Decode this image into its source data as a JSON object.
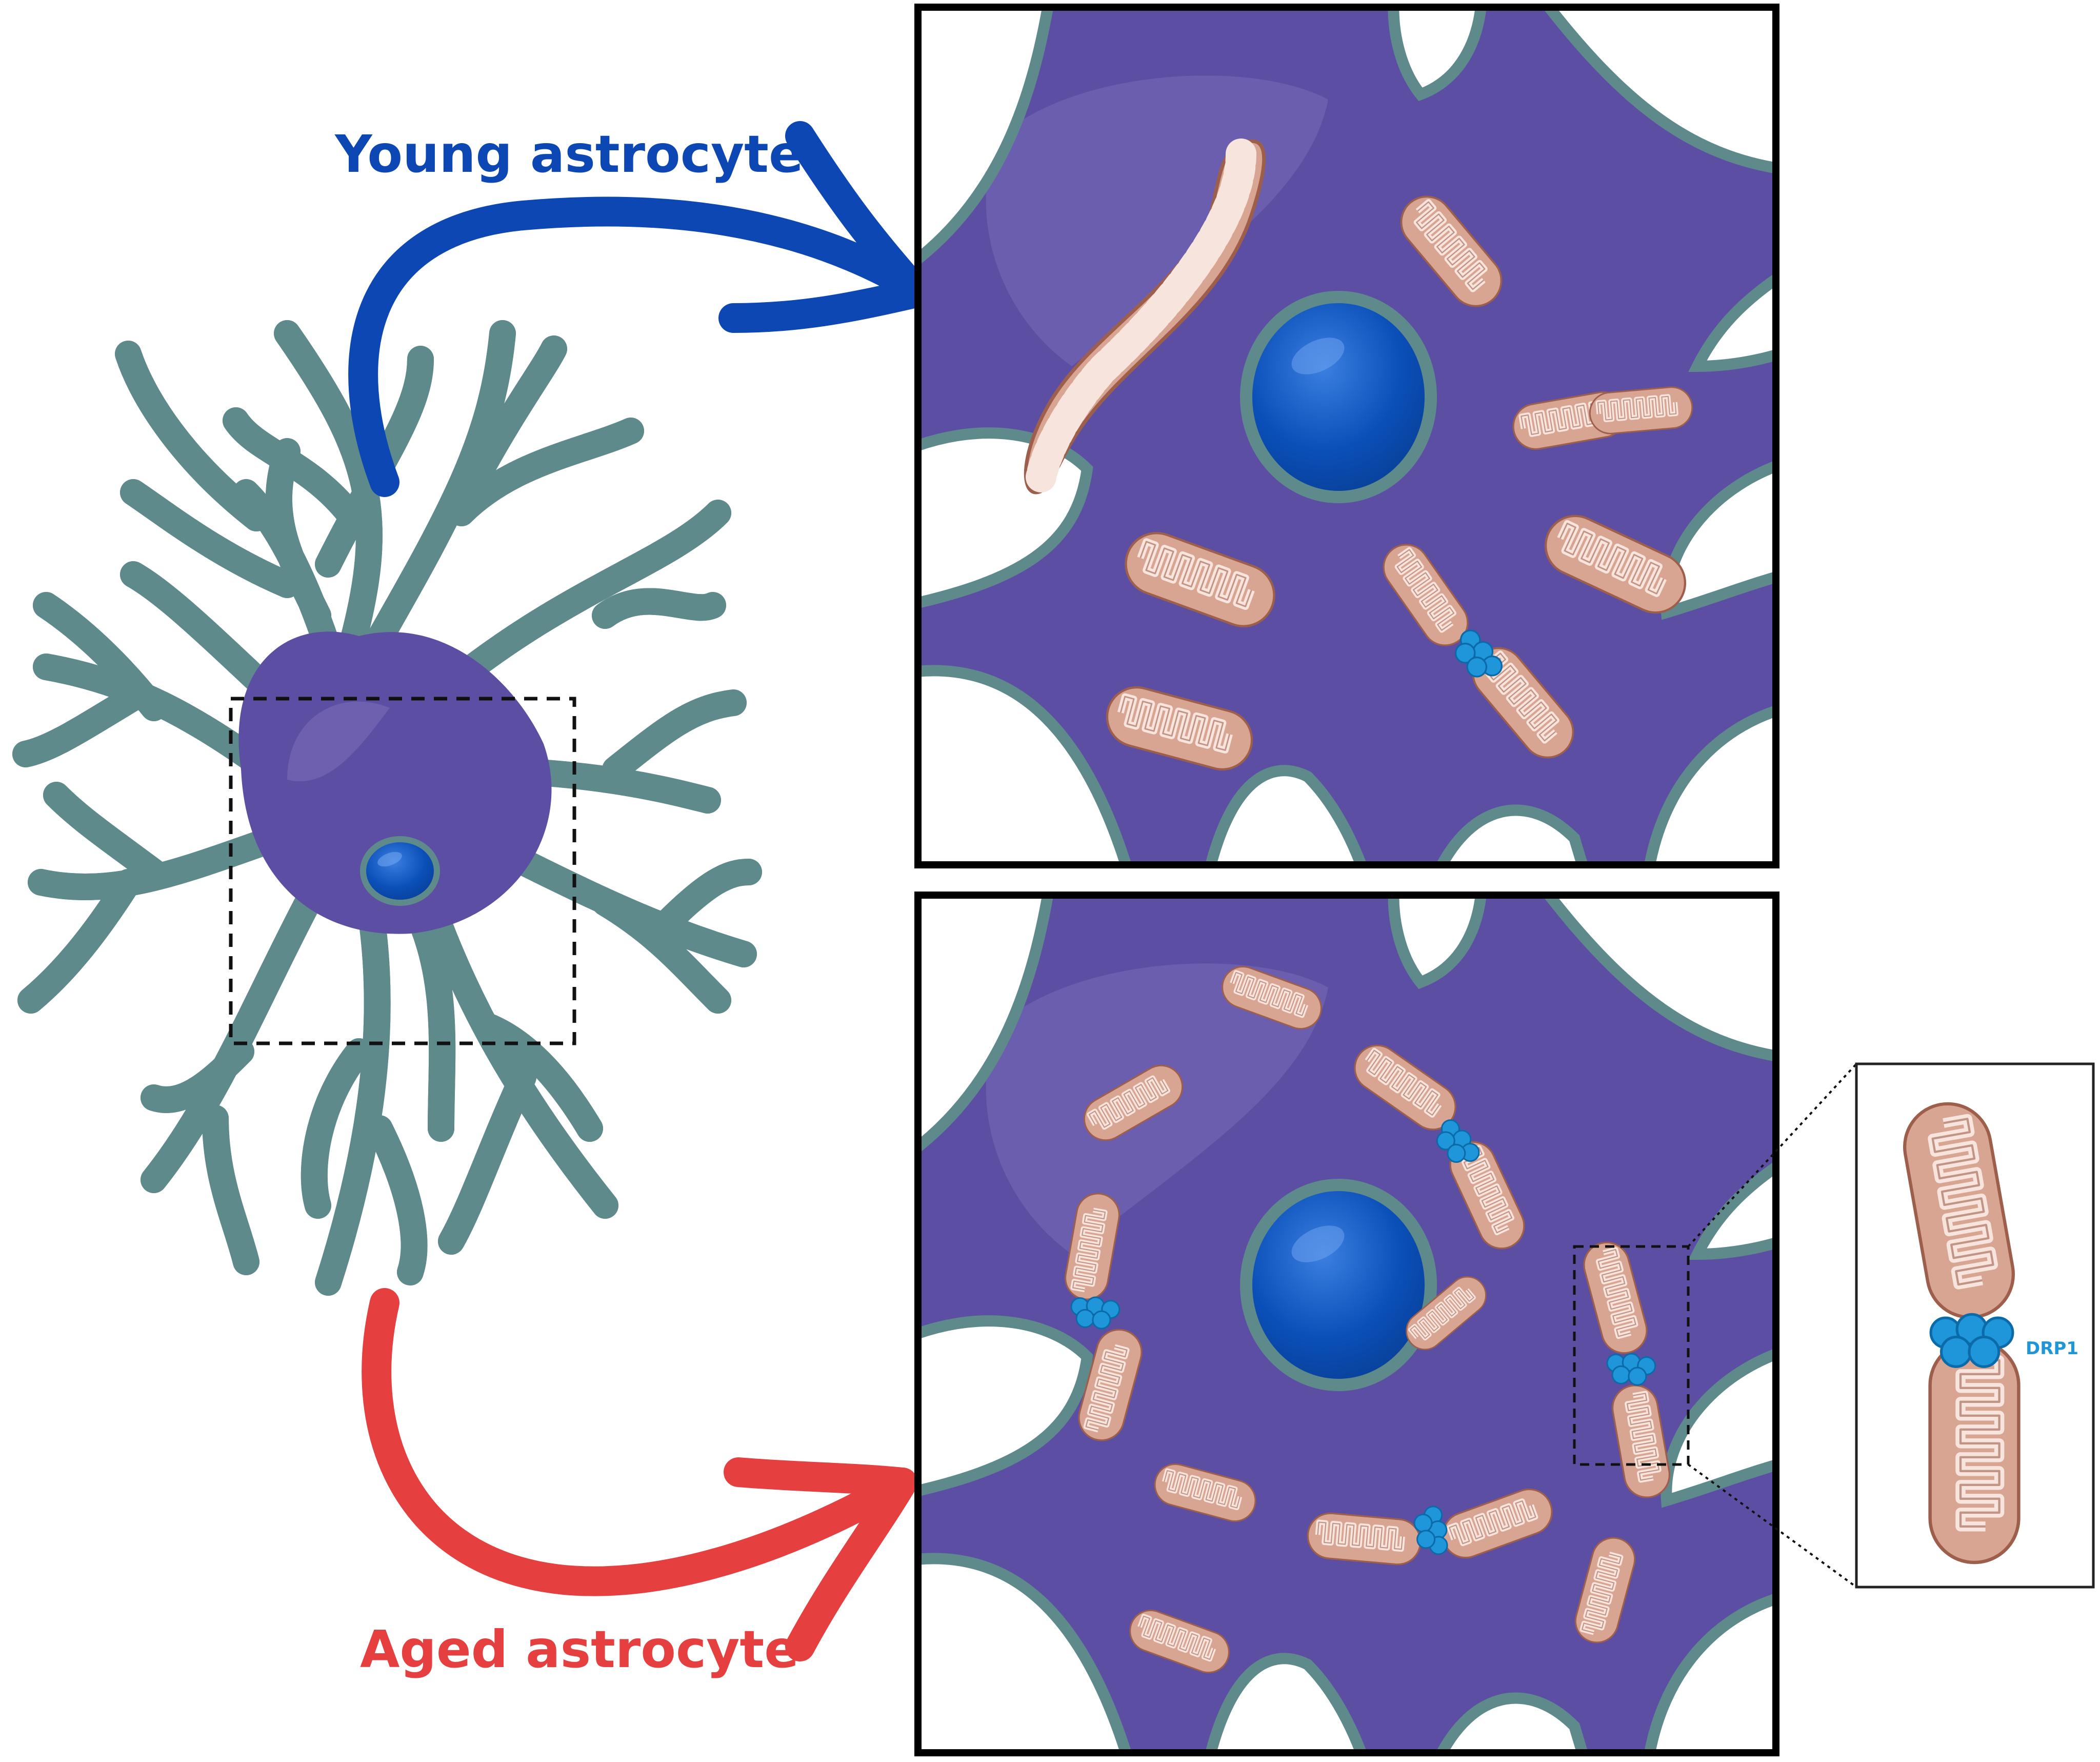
{
  "labels": {
    "young": "Young astrocyte",
    "aged": "Aged astrocyte",
    "drp1": "DRP1"
  },
  "colors": {
    "young_arrow": "#0d47b4",
    "aged_arrow": "#e53f3f",
    "cytoplasm": "#5c4fa3",
    "cytoplasm_light": "#7a6cb8",
    "membrane": "#5f8a8b",
    "nucleus": "#0a4fb8",
    "mito_outer": "#d9a593",
    "mito_inner": "#f7e4dc",
    "mito_stroke": "#9d5f4c",
    "drp1": "#1f95da",
    "frame": "#000000"
  },
  "panels": {
    "top_caption": "young-astrocyte-view",
    "bottom_caption": "aged-astrocyte-view"
  }
}
